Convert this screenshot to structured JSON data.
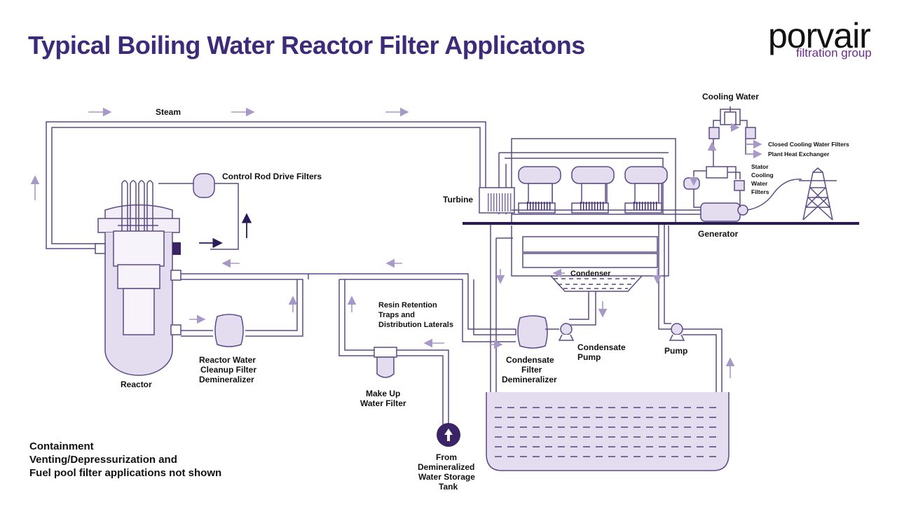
{
  "title": "Typical Boiling Water Reactor Filter Applicatons",
  "logo": {
    "main": "porvair",
    "sub": "filtration group"
  },
  "labels": {
    "steam": "Steam",
    "control_rod": "Control Rod Drive Filters",
    "reactor": "Reactor",
    "rwcu": [
      "Reactor Water",
      "Cleanup Filter",
      "Demineralizer"
    ],
    "resin": [
      "Resin Retention",
      "Traps and",
      "Distribution Laterals"
    ],
    "makeup": [
      "Make Up",
      "Water Filter"
    ],
    "from_tank": [
      "From",
      "Demineralized",
      "Water Storage",
      "Tank"
    ],
    "turbine": "Turbine",
    "condenser": "Condenser",
    "condensate_filter": [
      "Condensate",
      "Filter",
      "Demineralizer"
    ],
    "condensate_pump": [
      "Condensate",
      "Pump"
    ],
    "pump": "Pump",
    "generator": "Generator",
    "cooling_water": "Cooling Water",
    "closed_cooling": "Closed Cooling Water Filters",
    "plant_heat": "Plant Heat Exchanger",
    "stator": [
      "Stator",
      "Cooling",
      "Water",
      "Filters"
    ]
  },
  "note": [
    "Containment",
    "Venting/Depressurization and",
    "Fuel pool filter applications not shown"
  ],
  "colors": {
    "title": "#3d2a78",
    "pipe": "#5b4a86",
    "arrow": "#a898c8",
    "fill": "#e4ddf0",
    "dark": "#3a2466",
    "logo_sub": "#6b2d90"
  }
}
